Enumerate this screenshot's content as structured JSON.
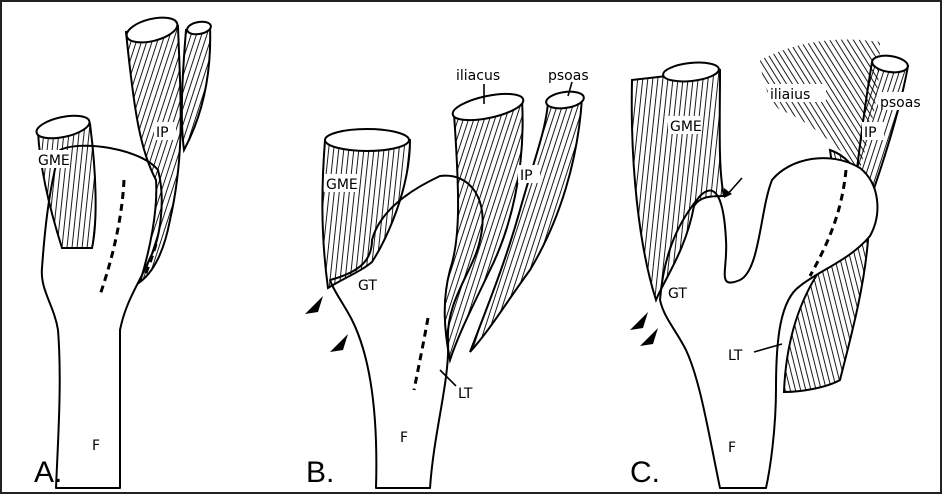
{
  "panels": [
    {
      "id": "A",
      "letter": "A.",
      "labels": {
        "gme": "GME",
        "ip": "IP",
        "f": "F"
      }
    },
    {
      "id": "B",
      "letter": "B.",
      "labels": {
        "gme": "GME",
        "iliacus": "iliacus",
        "psoas": "psoas",
        "ip": "IP",
        "gt": "GT",
        "lt": "LT",
        "f": "F"
      }
    },
    {
      "id": "C",
      "letter": "C.",
      "labels": {
        "gme": "GME",
        "iliacus": "iliaius",
        "psoas": "psoas",
        "ip": "IP",
        "gt": "GT",
        "lt": "LT",
        "f": "F"
      }
    }
  ],
  "colors": {
    "line": "#000000",
    "background": "#ffffff",
    "frame": "#222222"
  }
}
